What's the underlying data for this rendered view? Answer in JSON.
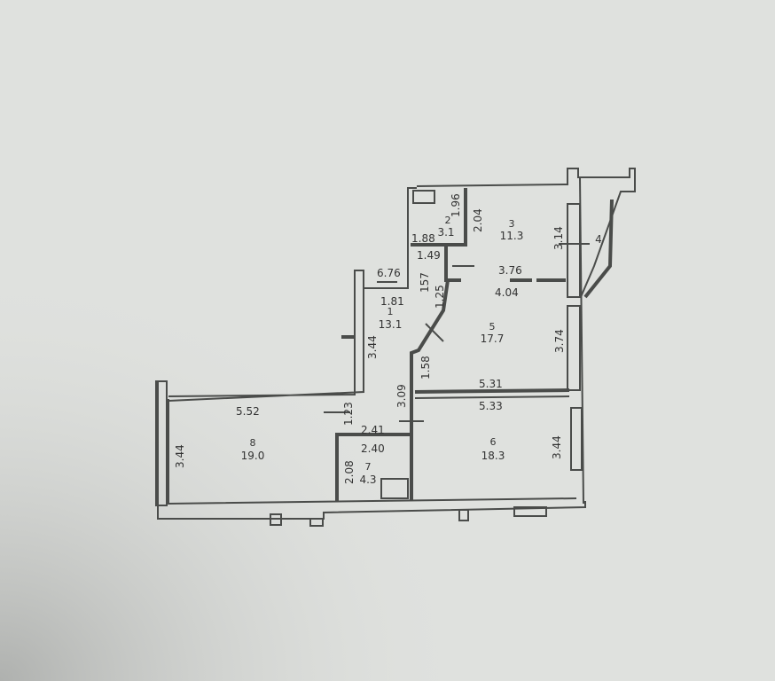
{
  "rooms": [
    {
      "number": "1",
      "area": "13.1"
    },
    {
      "number": "2",
      "area": "3.1"
    },
    {
      "number": "3",
      "area": "11.3"
    },
    {
      "number": "4",
      "area": ""
    },
    {
      "number": "5",
      "area": "17.7"
    },
    {
      "number": "6",
      "area": "18.3"
    },
    {
      "number": "7",
      "area": "4.3"
    },
    {
      "number": "8",
      "area": "19.0"
    }
  ],
  "dimensions": {
    "d196": "1.96",
    "d204": "2.04",
    "d188": "1.88",
    "d149": "1.49",
    "d314": "3.14",
    "d376": "3.76",
    "d404": "4.04",
    "d676": "6.76",
    "d157": "157",
    "d125": "1.25",
    "d181": "1.81",
    "d344a": "3.44",
    "d374": "3.74",
    "d158": "1.58",
    "d531": "5.31",
    "d309": "3.09",
    "d552": "5.52",
    "d123": "1.23",
    "d241": "2.41",
    "d240": "2.40",
    "d533": "5.33",
    "d344b": "3.44",
    "d344c": "3.44",
    "d208": "2.08"
  }
}
